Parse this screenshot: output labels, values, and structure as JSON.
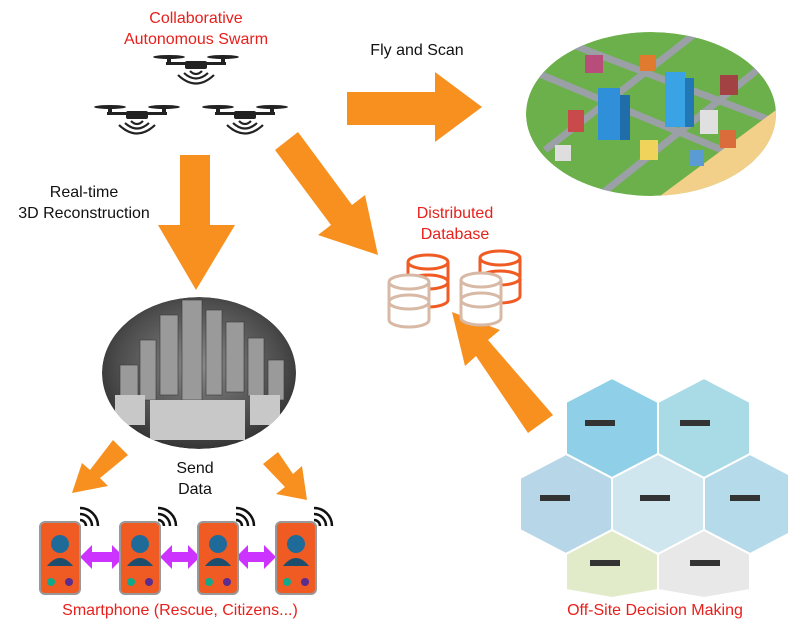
{
  "labels": {
    "swarm_line1": "Collaborative",
    "swarm_line2": "Autonomous Swarm",
    "fly_scan": "Fly and Scan",
    "recon_line1": "Real-time",
    "recon_line2": "3D Reconstruction",
    "db_line1": "Distributed",
    "db_line2": "Database",
    "send_line1": "Send",
    "send_line2": "Data",
    "smartphones": "Smartphone (Rescue, Citizens...)",
    "offsite": "Off-Site Decision Making"
  },
  "colors": {
    "arrow": "#f7901e",
    "label_red": "#e8201c",
    "db_front": "#d8b9a6",
    "db_back": "#f05a23",
    "phone_body": "#f05a23",
    "phone_link": "#cc33ff"
  },
  "icons": {
    "drone": "drone-icon",
    "database": "database-icon",
    "phone": "smartphone-icon",
    "wifi": "wifi-icon"
  }
}
